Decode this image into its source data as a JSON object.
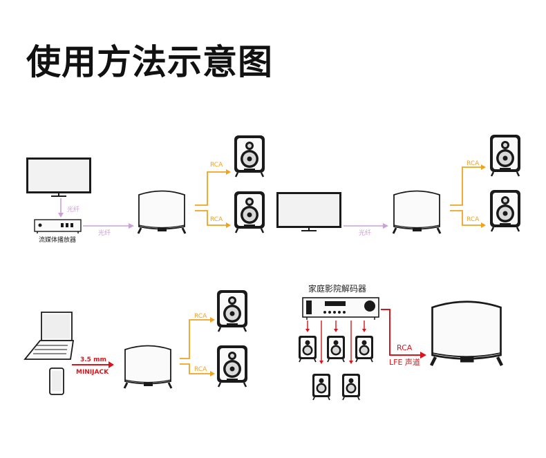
{
  "page": {
    "title": "使用方法示意图"
  },
  "colors": {
    "optical": "#c9a2d4",
    "rca": "#f0a21e",
    "red": "#d7151b",
    "black": "#1a1a1a",
    "driver": "#d9d9d9"
  },
  "scenes": {
    "tv_streamer": {
      "optical_top": "光纤",
      "optical_bottom": "光纤",
      "device_label": "流媒体播放器",
      "rca_top": "RCA",
      "rca_bottom": "RCA"
    },
    "tv_direct": {
      "optical": "光纤",
      "rca_top": "RCA",
      "rca_bottom": "RCA"
    },
    "laptop_phone": {
      "cable_top": "3.5 mm",
      "cable_bottom": "MINIJACK",
      "rca_top": "RCA",
      "rca_bottom": "RCA"
    },
    "home_theater": {
      "receiver_label": "家庭影院解码器",
      "rca": "RCA",
      "lfe": "LFE 声道"
    }
  },
  "icons": [
    "tv-icon",
    "streamer-icon",
    "subwoofer-icon",
    "speaker-icon",
    "laptop-icon",
    "phone-icon",
    "receiver-icon",
    "arrow-icon"
  ]
}
